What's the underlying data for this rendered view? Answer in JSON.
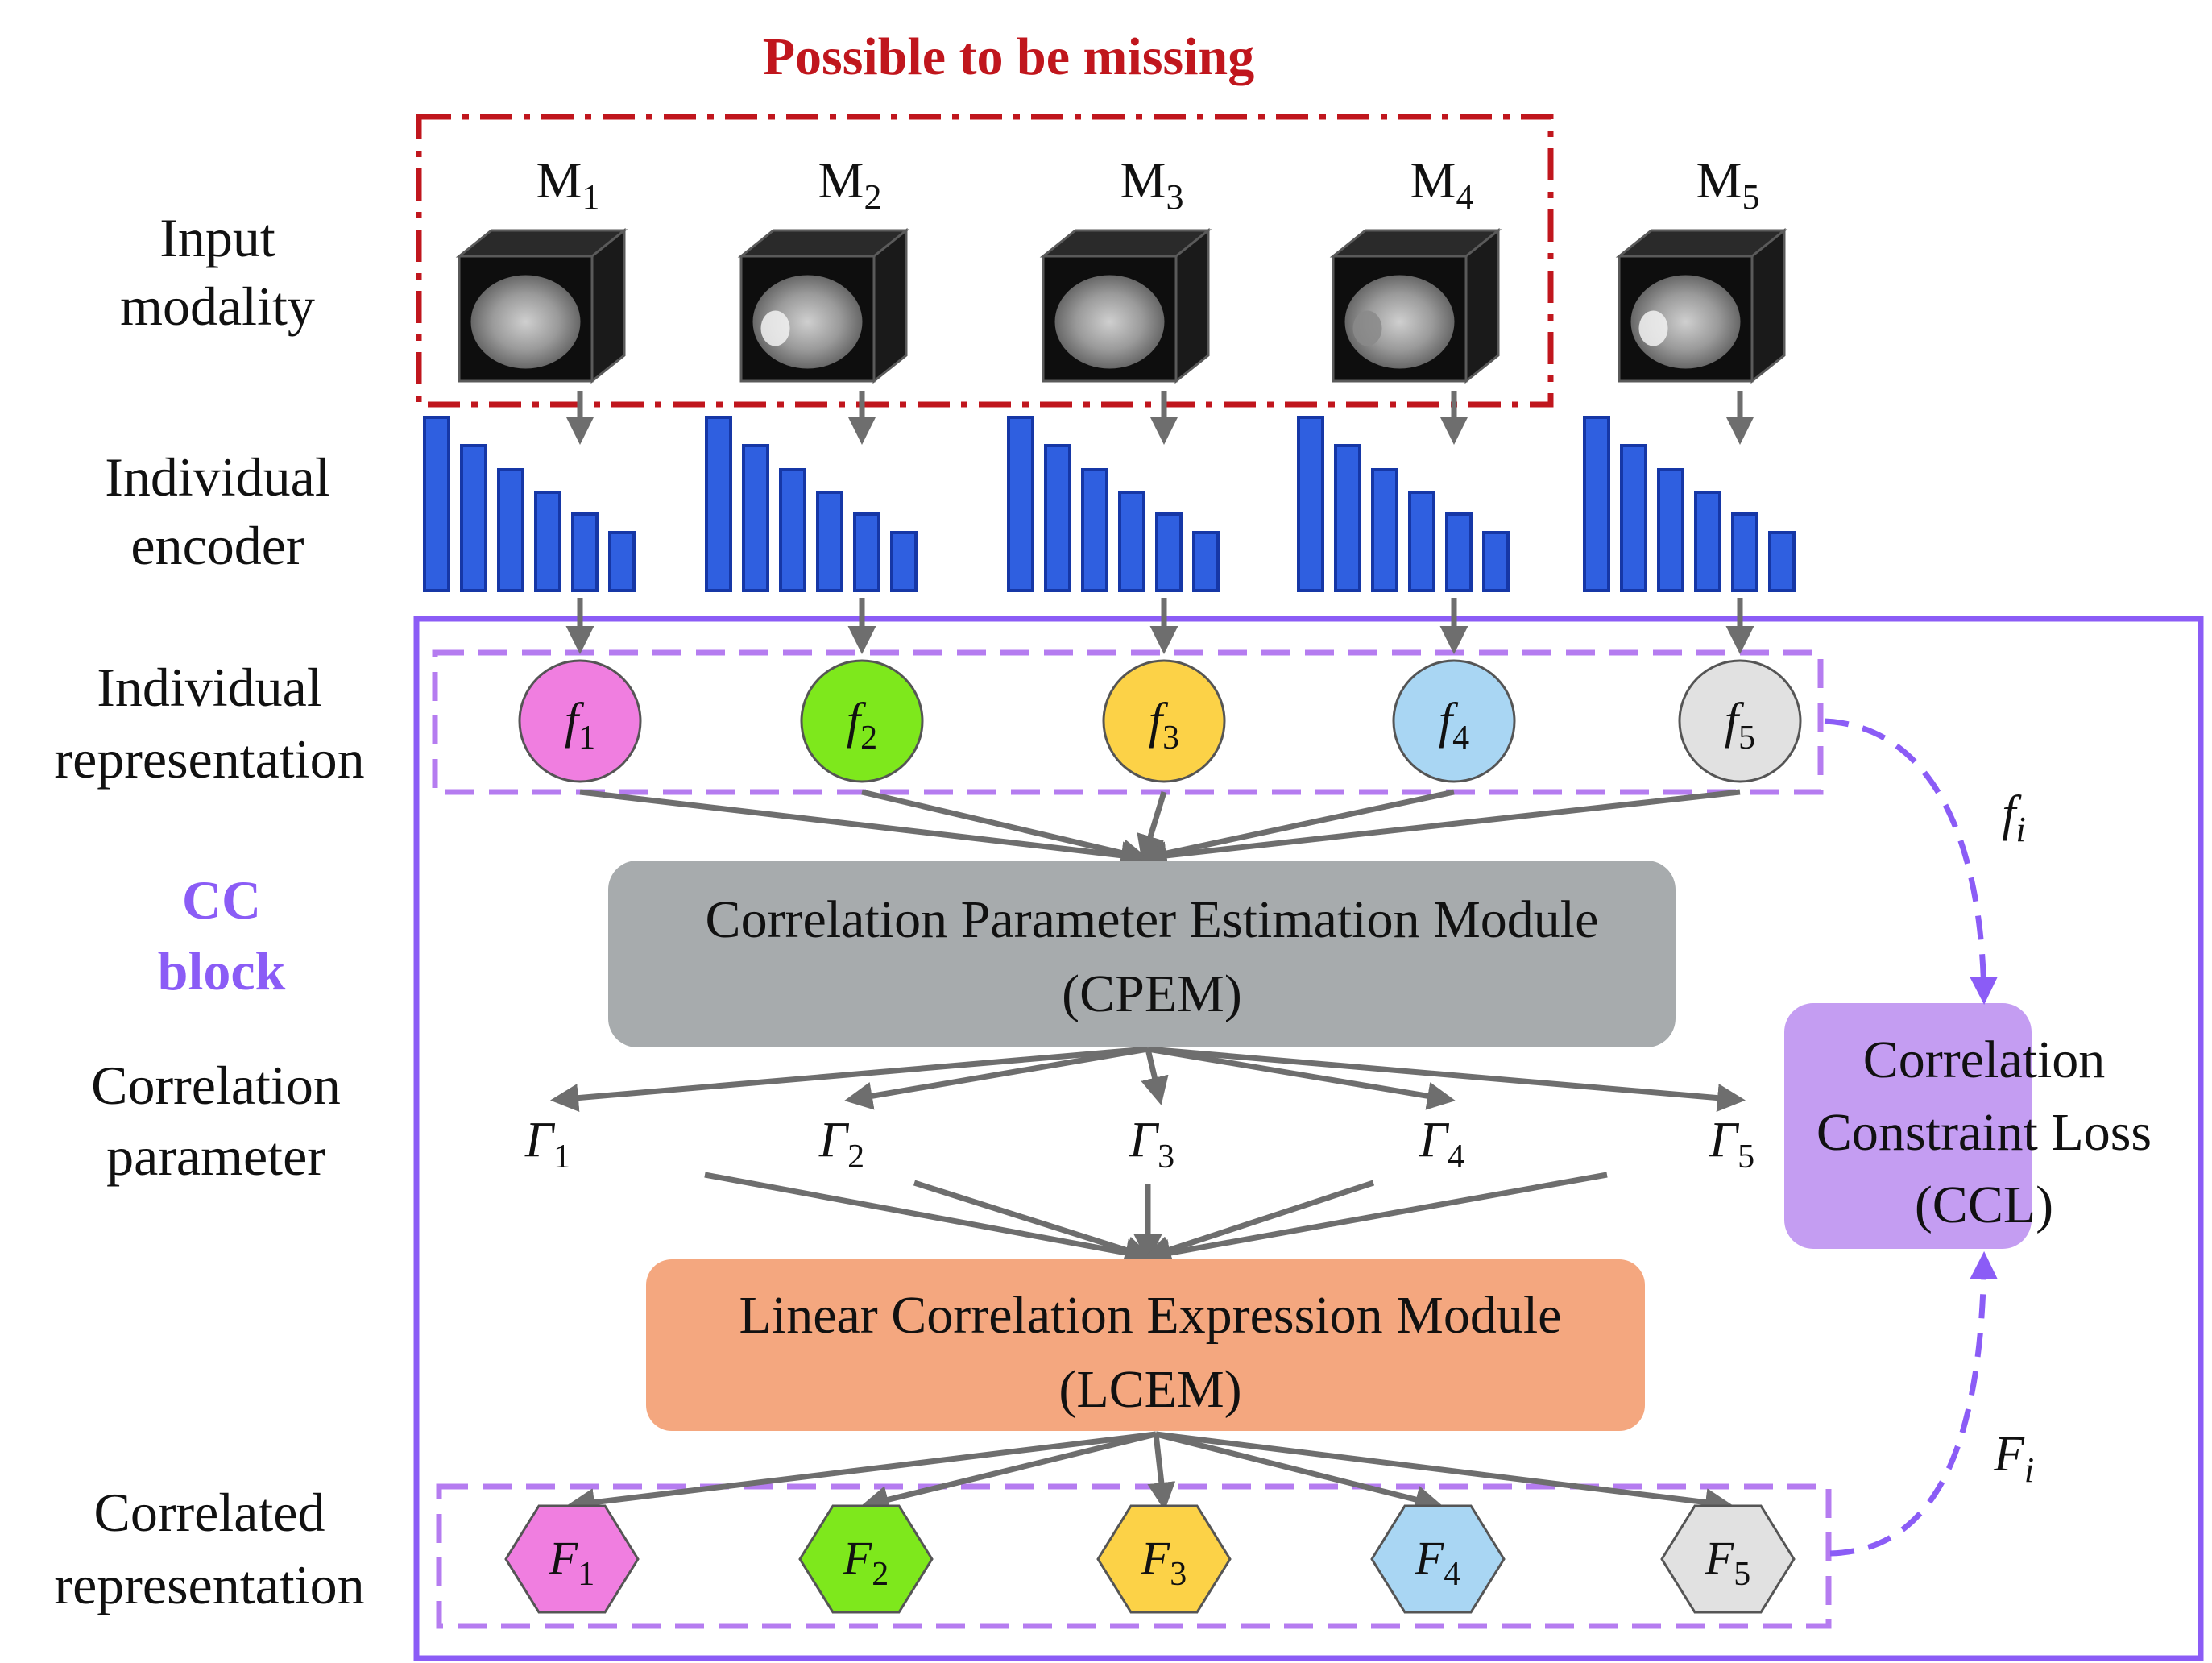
{
  "header": {
    "missing_label": "Possible to be missing"
  },
  "row_labels": {
    "input_modality": [
      "Input",
      "modality"
    ],
    "individual_encoder": [
      "Individual",
      "encoder"
    ],
    "individual_representation": [
      "Individual",
      "representation"
    ],
    "cc_block": [
      "CC",
      "block"
    ],
    "correlation_parameter": [
      "Correlation",
      "parameter"
    ],
    "correlated_representation": [
      "Correlated",
      "representation"
    ]
  },
  "modalities": [
    {
      "letter": "M",
      "sub": "1"
    },
    {
      "letter": "M",
      "sub": "2"
    },
    {
      "letter": "M",
      "sub": "3"
    },
    {
      "letter": "M",
      "sub": "4"
    },
    {
      "letter": "M",
      "sub": "5"
    }
  ],
  "individual_reps": [
    {
      "letter": "f",
      "sub": "1",
      "color": "#f07ee0"
    },
    {
      "letter": "f",
      "sub": "2",
      "color": "#7ee81c"
    },
    {
      "letter": "f",
      "sub": "3",
      "color": "#fcd247"
    },
    {
      "letter": "f",
      "sub": "4",
      "color": "#a9d6f3"
    },
    {
      "letter": "f",
      "sub": "5",
      "color": "#e1e1e1"
    }
  ],
  "correlation_params": [
    {
      "letter": "Γ",
      "sub": "1"
    },
    {
      "letter": "Γ",
      "sub": "2"
    },
    {
      "letter": "Γ",
      "sub": "3"
    },
    {
      "letter": "Γ",
      "sub": "4"
    },
    {
      "letter": "Γ",
      "sub": "5"
    }
  ],
  "correlated_reps": [
    {
      "letter": "F",
      "sub": "1",
      "color": "#f07ee0"
    },
    {
      "letter": "F",
      "sub": "2",
      "color": "#7ee81c"
    },
    {
      "letter": "F",
      "sub": "3",
      "color": "#fcd247"
    },
    {
      "letter": "F",
      "sub": "4",
      "color": "#a9d6f3"
    },
    {
      "letter": "F",
      "sub": "5",
      "color": "#e1e1e1"
    }
  ],
  "modules": {
    "cpem": {
      "line1": "Correlation Parameter Estimation Module",
      "line2": "(CPEM)",
      "color": "#a7abad"
    },
    "lcem": {
      "line1": "Linear Correlation Expression Module",
      "line2": "(LCEM)",
      "color": "#f4a77f"
    },
    "ccl": {
      "line1": "Correlation",
      "line2": "Constraint Loss",
      "line3": "(CCL)",
      "color": "#c49df2"
    }
  },
  "loss_inputs": {
    "upper": {
      "letter": "f",
      "sub": "i"
    },
    "lower": {
      "letter": "F",
      "sub": "i"
    }
  },
  "colors": {
    "encoder_blue": "#2f5fe0",
    "arrow_gray": "#6e6e6e",
    "missing_red": "#c0161d",
    "block_purple": "#8b5cf6",
    "dashed_purple": "#b57cf0"
  }
}
